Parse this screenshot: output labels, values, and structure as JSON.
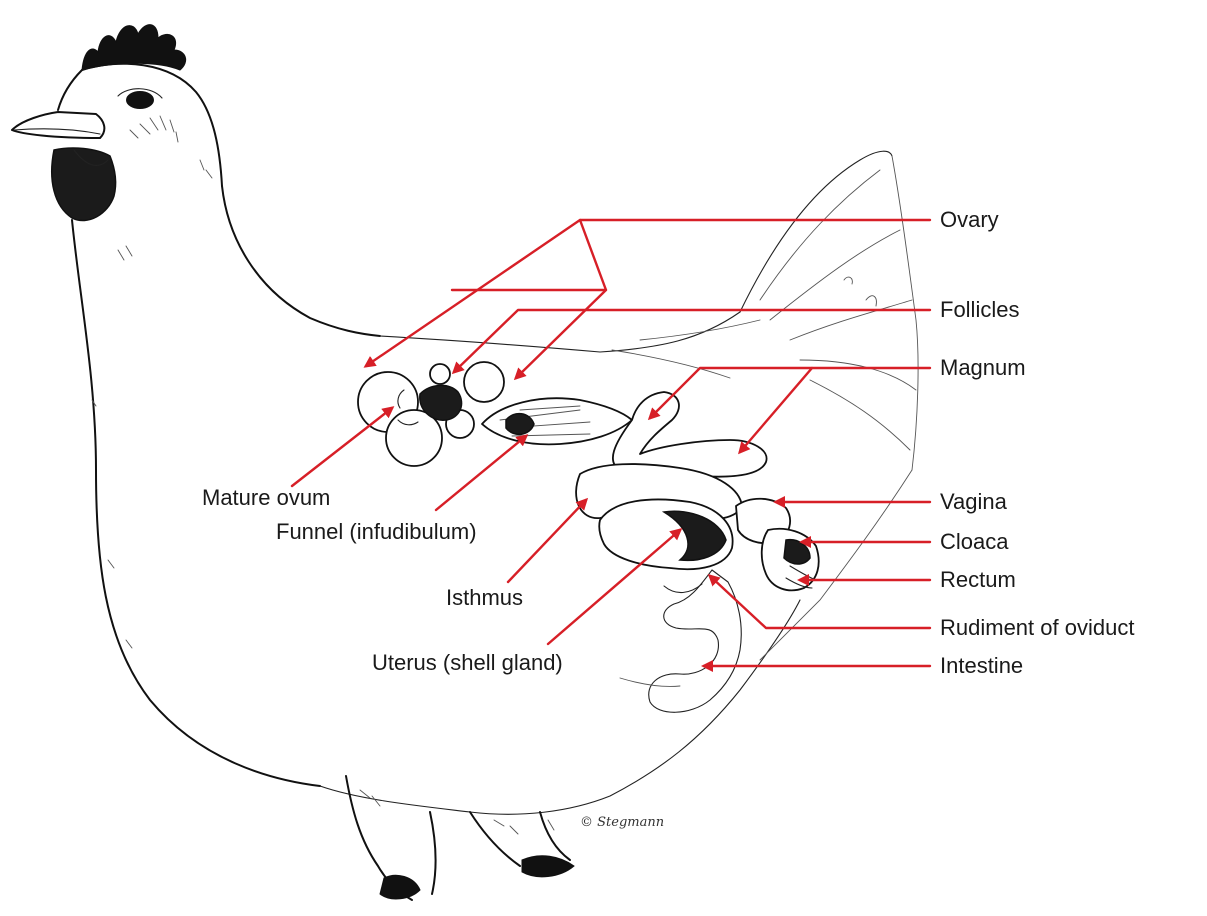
{
  "accent_color": "#d71f27",
  "labels": {
    "ovary": "Ovary",
    "follicles": "Follicles",
    "magnum": "Magnum",
    "vagina": "Vagina",
    "cloaca": "Cloaca",
    "rectum": "Rectum",
    "rudiment_of_oviduct": "Rudiment of oviduct",
    "intestine": "Intestine",
    "mature_ovum": "Mature ovum",
    "funnel": "Funnel (infudibulum)",
    "isthmus": "Isthmus",
    "uterus": "Uterus (shell gland)"
  },
  "artist_signature": "© Stegmann"
}
